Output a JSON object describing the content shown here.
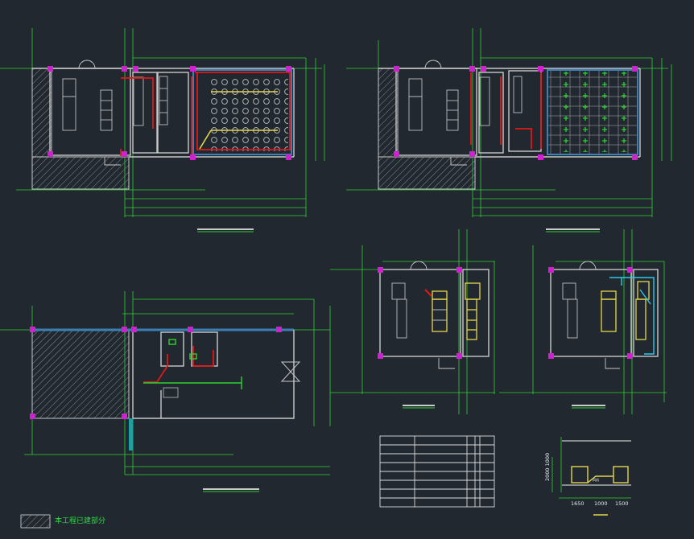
{
  "colors": {
    "background": "#212830",
    "wall": "#c8c8c8",
    "dimension": "#2fd12f",
    "fire_red": "#e01818",
    "light_yellow": "#e6d64a",
    "water_cyan": "#2ec9e8",
    "marker_magenta": "#d21fd2",
    "glass_blue": "#3a7fb5",
    "hatch": "#8a8a8a"
  },
  "icons": {
    "legend_swatch": "hatch-swatch",
    "door": "double-swing-door-symbol",
    "column": "column-marker"
  },
  "legend": {
    "text": "本工程已建部分"
  },
  "detail": {
    "dims_bottom": [
      "1650",
      "1000",
      "1500"
    ],
    "dims_left": "2000 1000",
    "note": "风机"
  },
  "schedule_table": {
    "rows": 8,
    "columns": 5
  }
}
